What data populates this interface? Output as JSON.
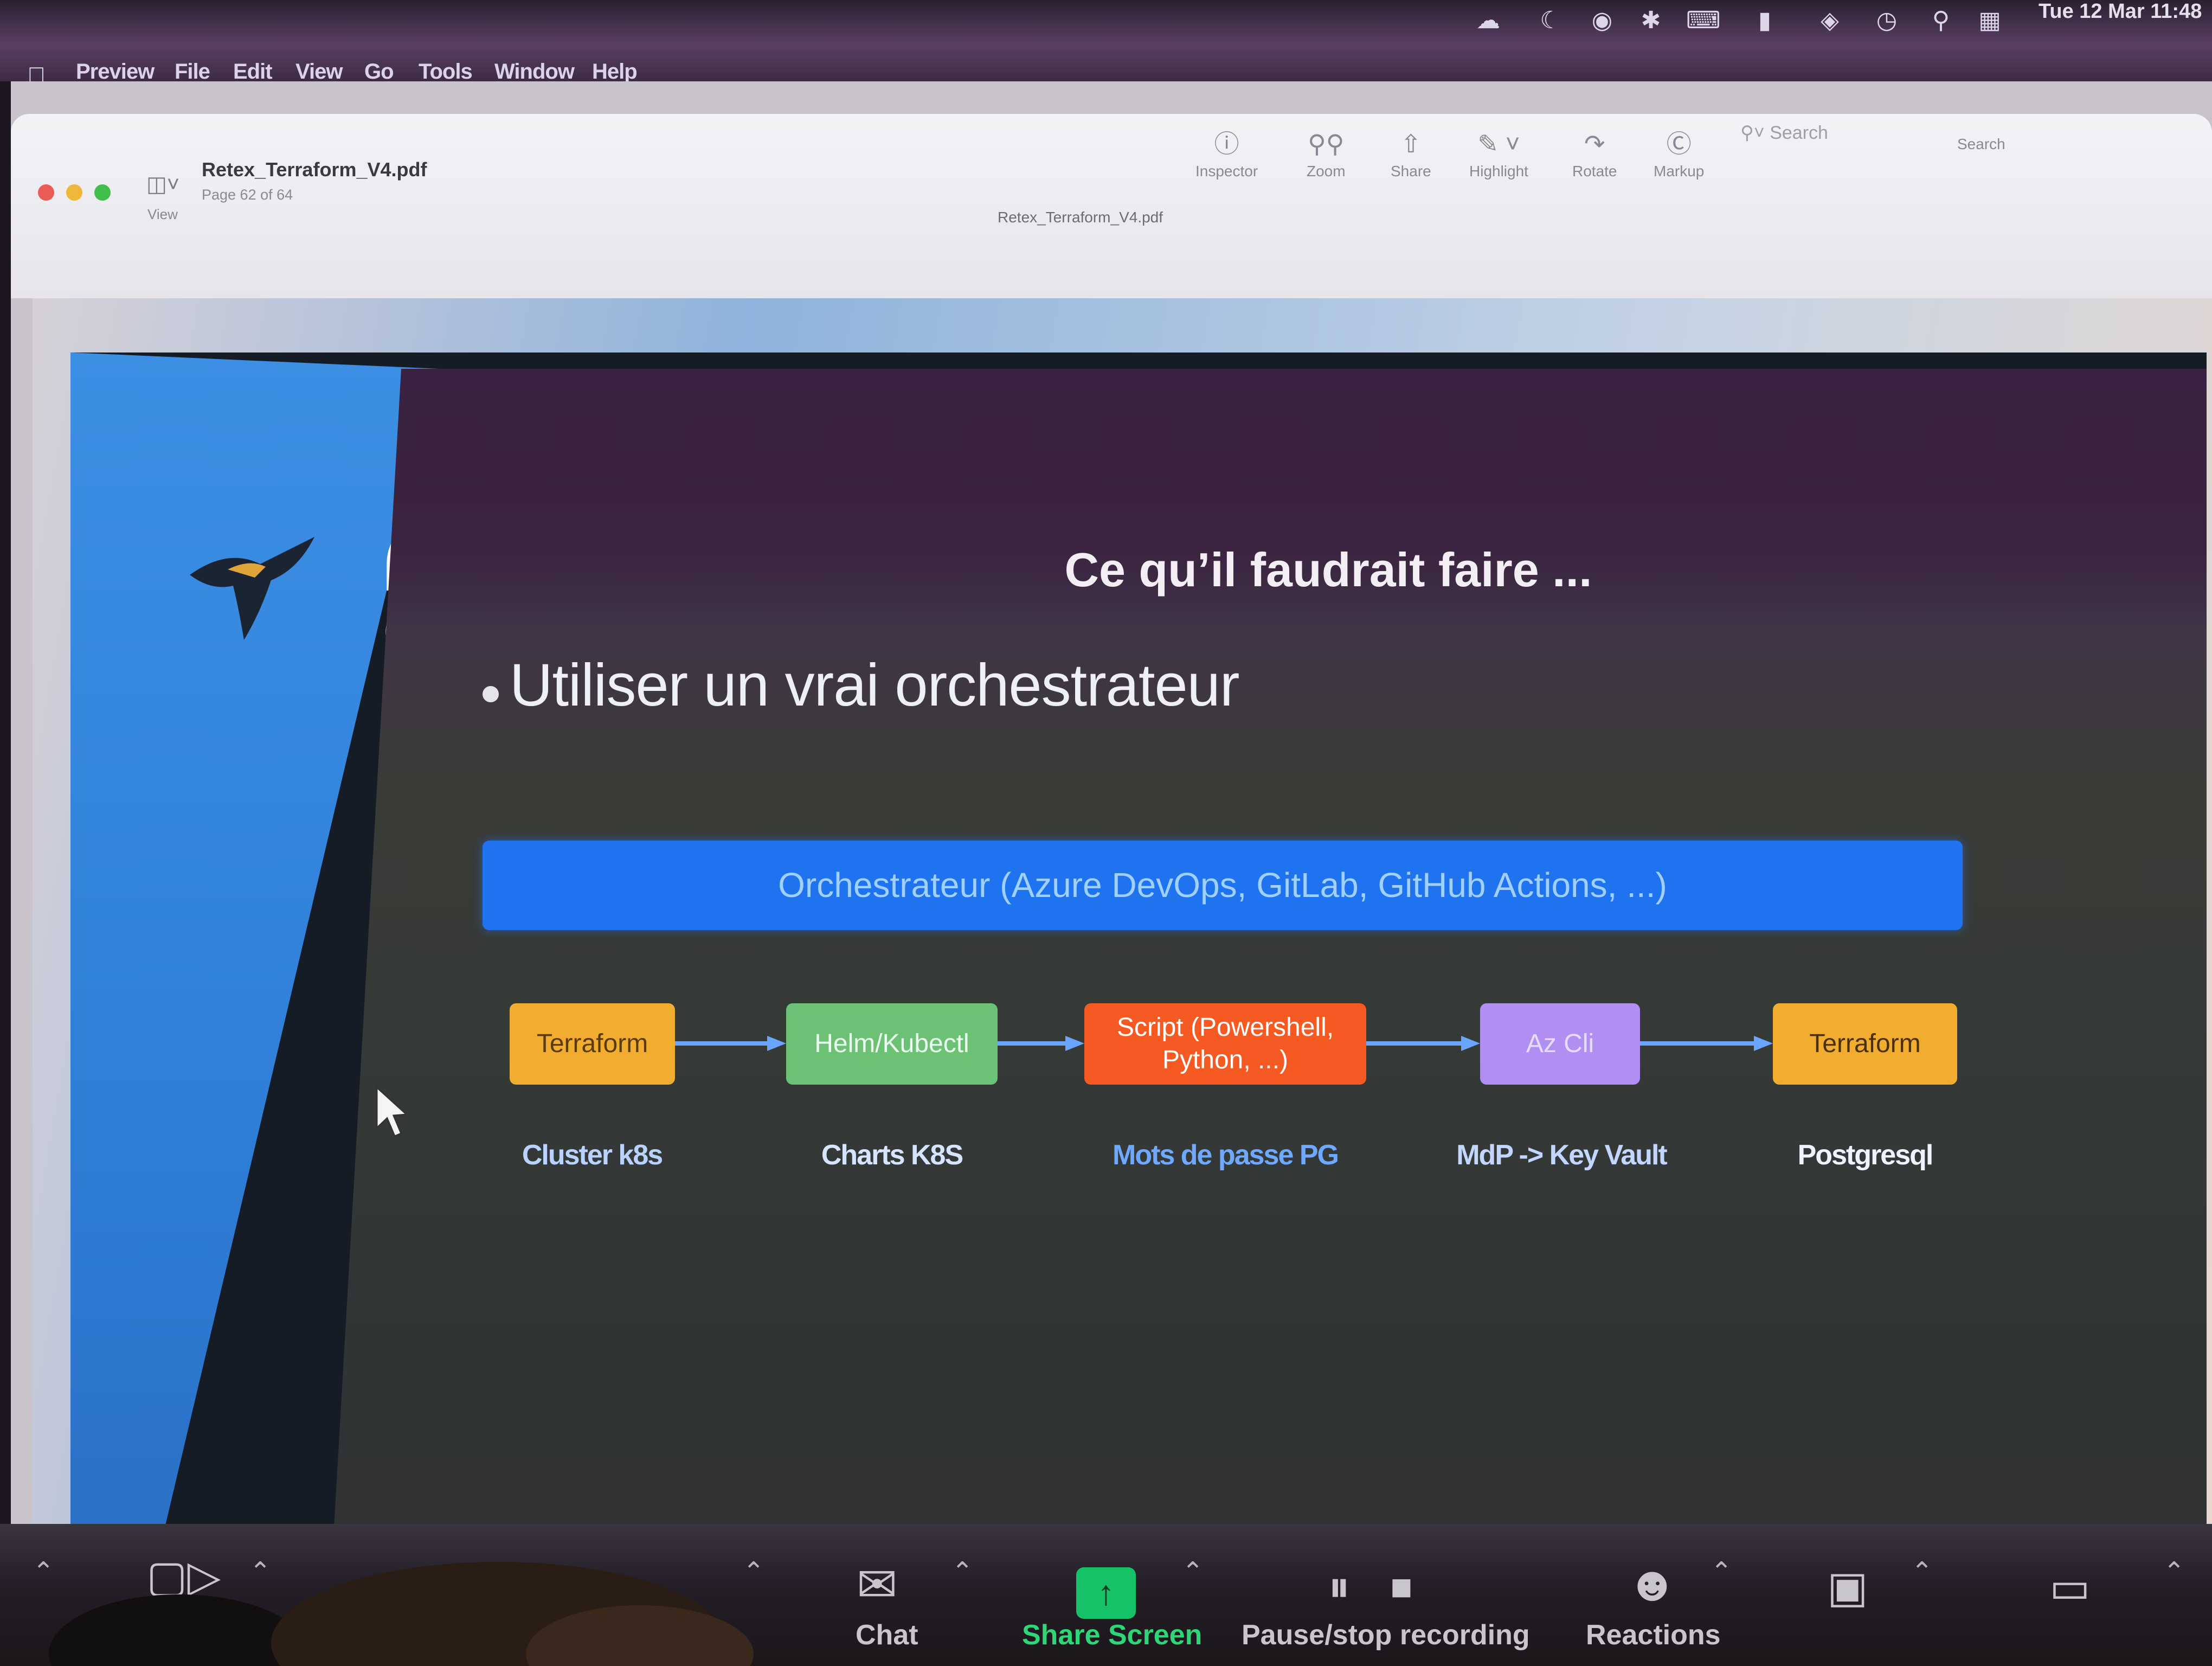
{
  "menubar": {
    "items": [
      "Preview",
      "File",
      "Edit",
      "View",
      "Go",
      "Tools",
      "Window",
      "Help"
    ],
    "clock": "Tue 12 Mar 11:48"
  },
  "window": {
    "view_label": "View",
    "doc_title": "Retex_Terraform_V4.pdf",
    "doc_page": "Page 62 of 64",
    "center_title": "Retex_Terraform_V4.pdf",
    "toolbar": {
      "inspector": "Inspector",
      "zoom": "Zoom",
      "share": "Share",
      "highlight": "Highlight",
      "rotate": "Rotate",
      "markup": "Markup",
      "search_placeholder": "Search",
      "search_label": "Search"
    }
  },
  "slide": {
    "vertical_title": "La chaine CD",
    "heading": "Ce qu’il faudrait faire ...",
    "bullet": "Utiliser un vrai orchestrateur",
    "orchestrator": "Orchestrateur (Azure DevOps, GitLab, GitHub Actions, ...)",
    "pipeline": [
      {
        "box": "Terraform",
        "label": "Cluster k8s",
        "color": "#f0ad2f",
        "text_color": "#5a3b10",
        "label_color": "#b9d2ff"
      },
      {
        "box": "Helm/Kubectl",
        "label": "Charts K8S",
        "color": "#6dc174",
        "text_color": "#eafff0",
        "label_color": "#d6e4ff"
      },
      {
        "box": "Script (Powershell,\nPython, ...)",
        "label": "Mots de passe PG",
        "color": "#f45a22",
        "text_color": "#ffffff",
        "label_color": "#6fa8ff"
      },
      {
        "box": "Az Cli",
        "label": "MdP -> Key Vault",
        "color": "#b18ff2",
        "text_color": "#e7dcff",
        "label_color": "#c2d6ff"
      },
      {
        "box": "Terraform",
        "label": "Postgresql",
        "color": "#f0ad2f",
        "text_color": "#4a300c",
        "label_color": "#eef3ff"
      }
    ]
  },
  "zoom": {
    "chat": "Chat",
    "share_screen": "Share Screen",
    "pause_stop": "Pause/stop recording",
    "reactions": "Reactions"
  },
  "colors": {
    "accent_blue": "#1f73ee",
    "arrow_blue": "#6aa6ff",
    "share_green": "#16c267"
  }
}
